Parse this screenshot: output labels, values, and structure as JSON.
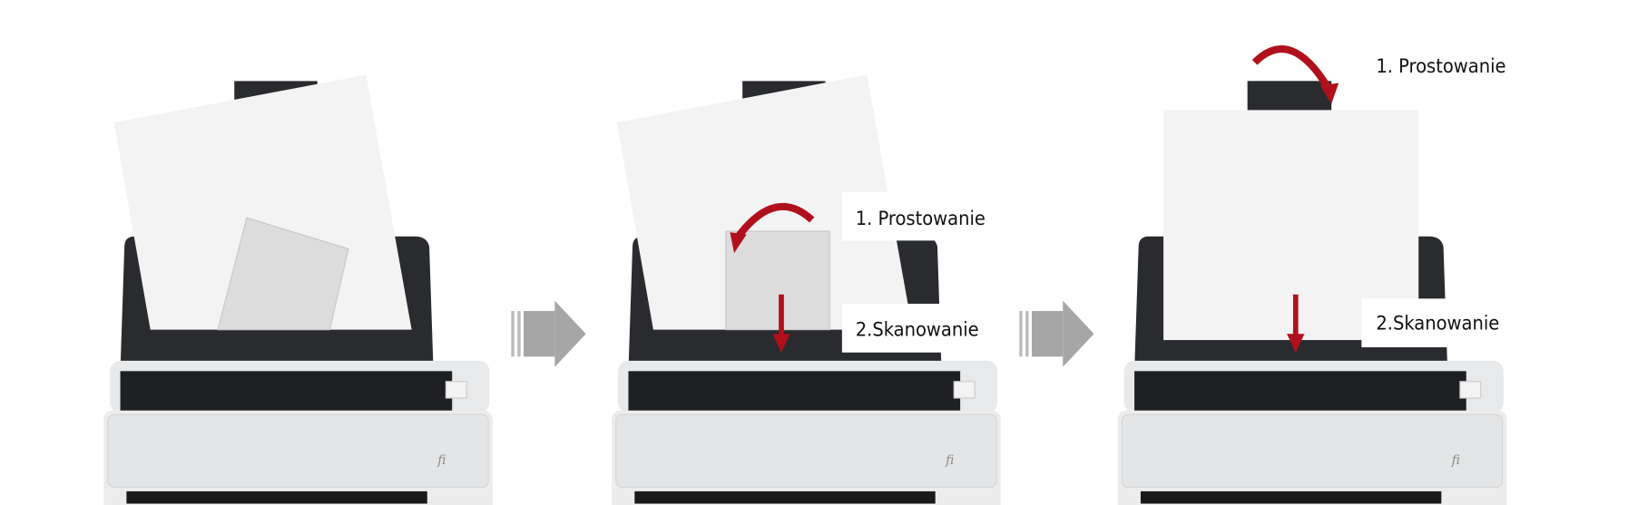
{
  "steps": [
    {
      "name": "step-1-skewed-document"
    },
    {
      "name": "step-2-straightening",
      "labels": {
        "straighten": "1. Prostowanie",
        "scan": "2.Skanowanie"
      }
    },
    {
      "name": "step-3-straightened",
      "labels": {
        "straighten": "1. Prostowanie",
        "scan": "2.Skanowanie"
      }
    }
  ],
  "colors": {
    "accent_arrow": "#b0101c",
    "flow_arrow": "#a6a6a6",
    "scanner_body": "#eceded",
    "scanner_dark": "#2a2b2e"
  }
}
